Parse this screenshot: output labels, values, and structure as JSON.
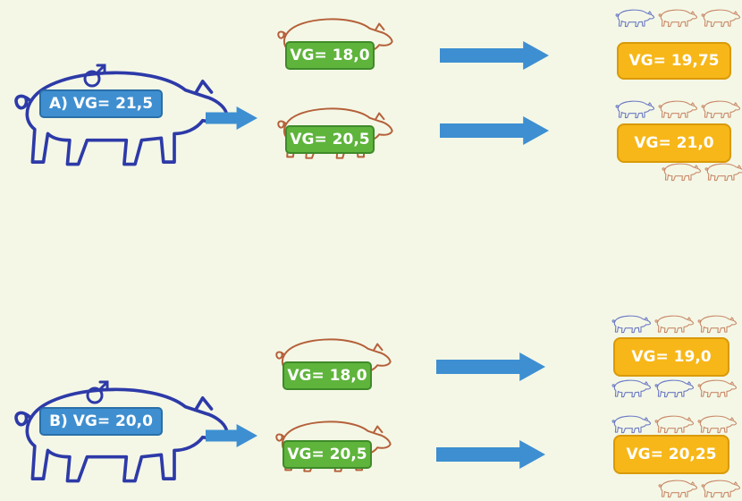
{
  "colors": {
    "background": "#f4f7e6",
    "sire": "#2d3aa8",
    "dam": "#b5603a",
    "arrow": "#3d8fd1",
    "sire_label": "#3f8fd0",
    "dam_label": "#5fb43c",
    "offspring_label": "#f7b719",
    "offspring_pig_blue": "#6c7ac4",
    "offspring_pig_brown": "#c98a6a"
  },
  "icons": [
    "boar-icon",
    "male-symbol-icon",
    "sow-icon",
    "right-arrow-icon",
    "piglet-icon"
  ],
  "scenario_a": {
    "sire_label": "A) VG= 21,5",
    "dams": [
      {
        "label": "VG= 18,0",
        "offspring_label": "VG= 19,75"
      },
      {
        "label": "VG= 20,5",
        "offspring_label": "VG= 21,0"
      }
    ]
  },
  "scenario_b": {
    "sire_label": "B) VG= 20,0",
    "dams": [
      {
        "label": "VG= 18,0",
        "offspring_label": "VG= 19,0"
      },
      {
        "label": "VG= 20,5",
        "offspring_label": "VG= 20,25"
      }
    ]
  }
}
